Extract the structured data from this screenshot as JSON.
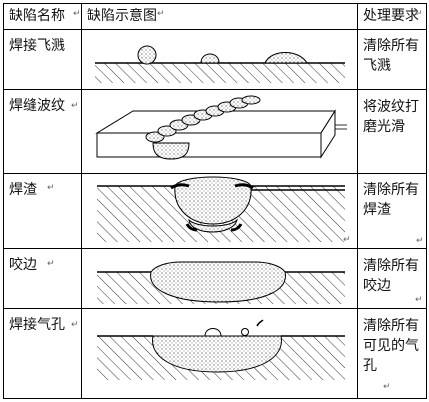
{
  "table": {
    "headers": {
      "name": "缺陷名称",
      "diagram": "缺陷示意图",
      "requirement": "处理要求"
    },
    "rows": [
      {
        "name": "焊接飞溅",
        "requirement": "清除所有飞溅"
      },
      {
        "name": "焊缝波纹",
        "requirement": "将波纹打磨光滑"
      },
      {
        "name": "焊渣",
        "requirement": "清除所有焊渣"
      },
      {
        "name": "咬边",
        "requirement": "清除所有咬边"
      },
      {
        "name": "焊接气孔",
        "requirement": "清除所有可见的气孔"
      }
    ]
  },
  "paragraph_mark": "↵",
  "icons": [
    "spatter-diagram",
    "ripple-diagram",
    "slag-diagram",
    "undercut-diagram",
    "porosity-diagram"
  ]
}
